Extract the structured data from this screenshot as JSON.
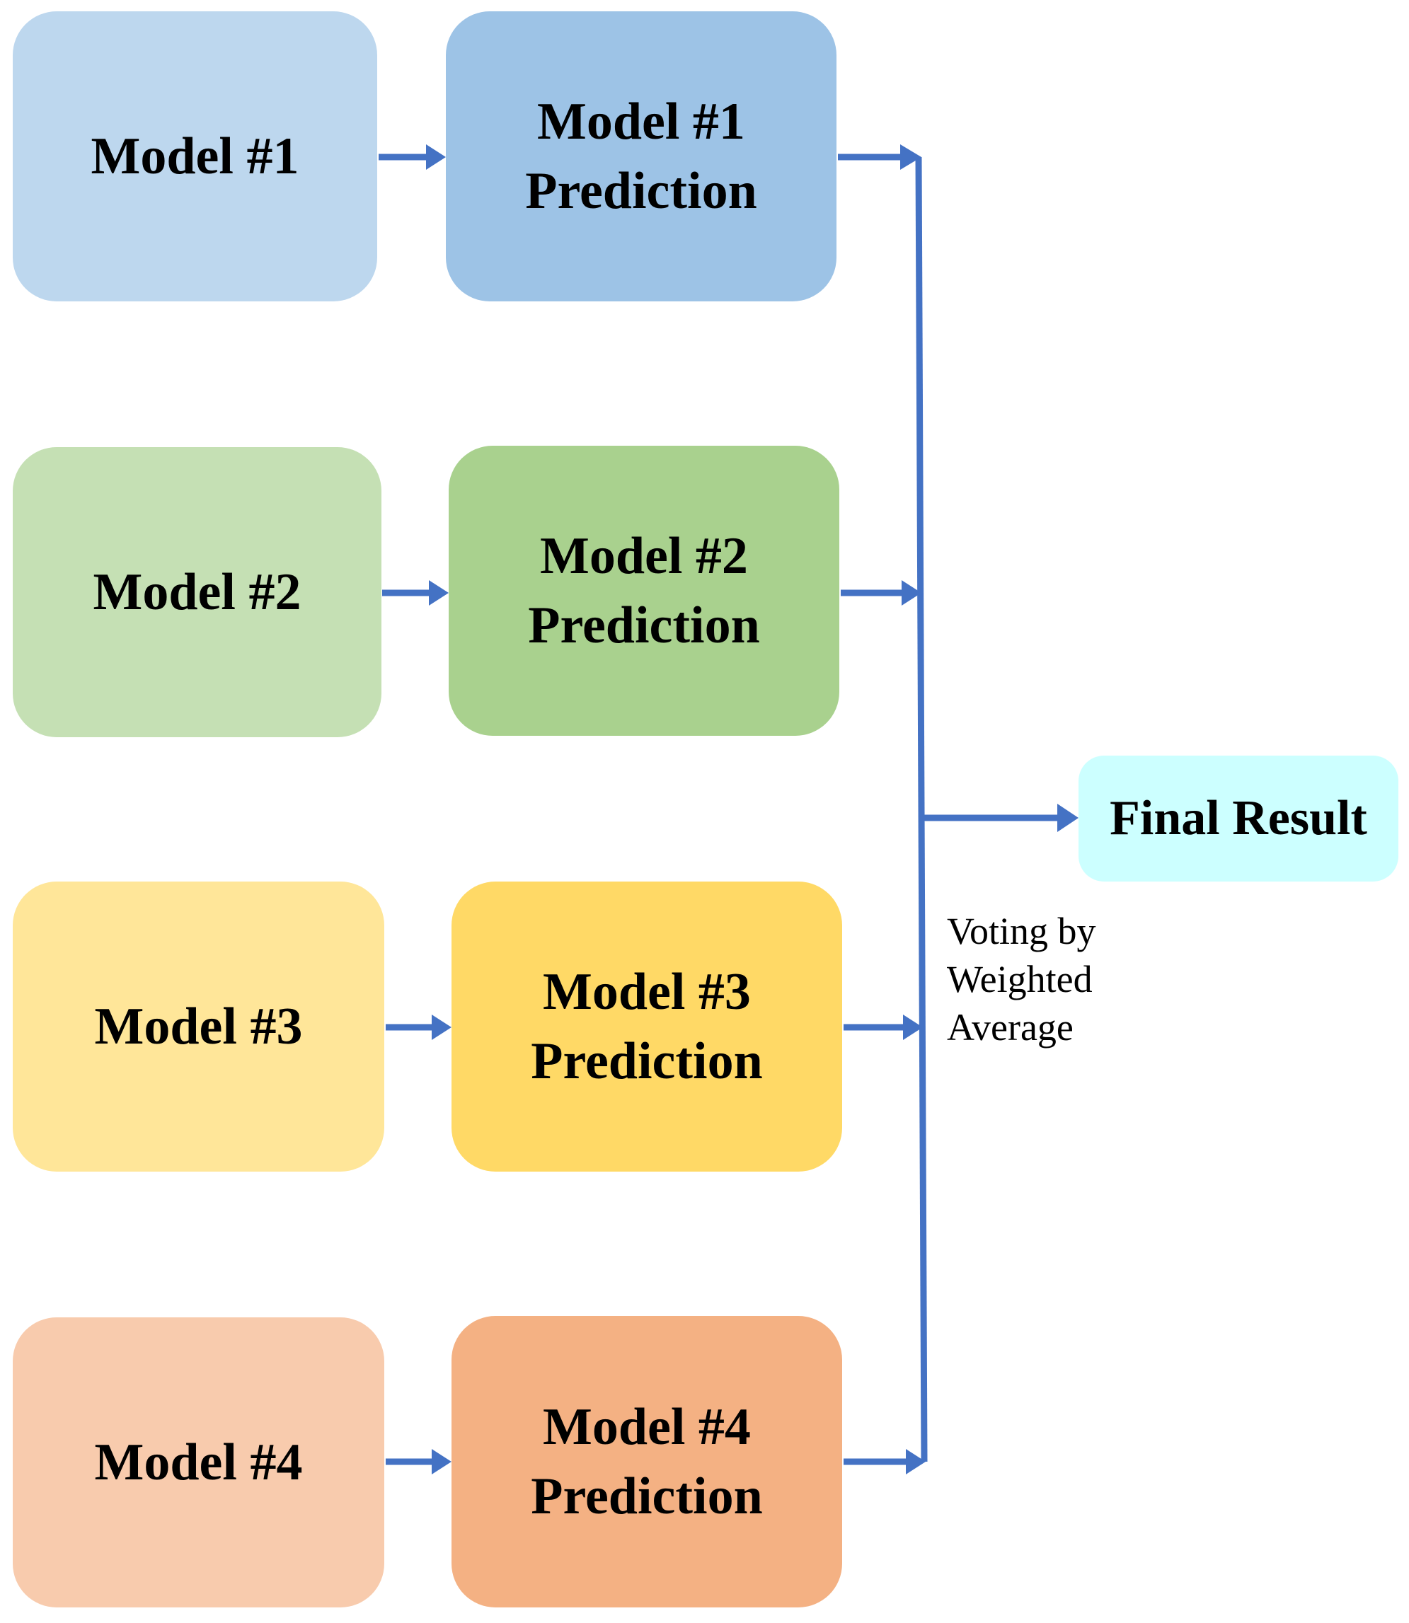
{
  "models": [
    {
      "label": "Model #1",
      "prediction": "Model #1\nPrediction",
      "model_color": "#bdd7ee",
      "prediction_color": "#9dc3e6"
    },
    {
      "label": "Model #2",
      "prediction": "Model #2\nPrediction",
      "model_color": "#c5e0b4",
      "prediction_color": "#a9d18e"
    },
    {
      "label": "Model #3",
      "prediction": "Model #3\nPrediction",
      "model_color": "#ffe699",
      "prediction_color": "#ffd966"
    },
    {
      "label": "Model #4",
      "prediction": "Model #4\nPrediction",
      "model_color": "#f8cbad",
      "prediction_color": "#f4b183"
    }
  ],
  "final": {
    "label": "Final Result",
    "color": "#ccffff"
  },
  "voting": {
    "label": "Voting by\nWeighted\nAverage"
  },
  "connector_color": "#4472c4"
}
